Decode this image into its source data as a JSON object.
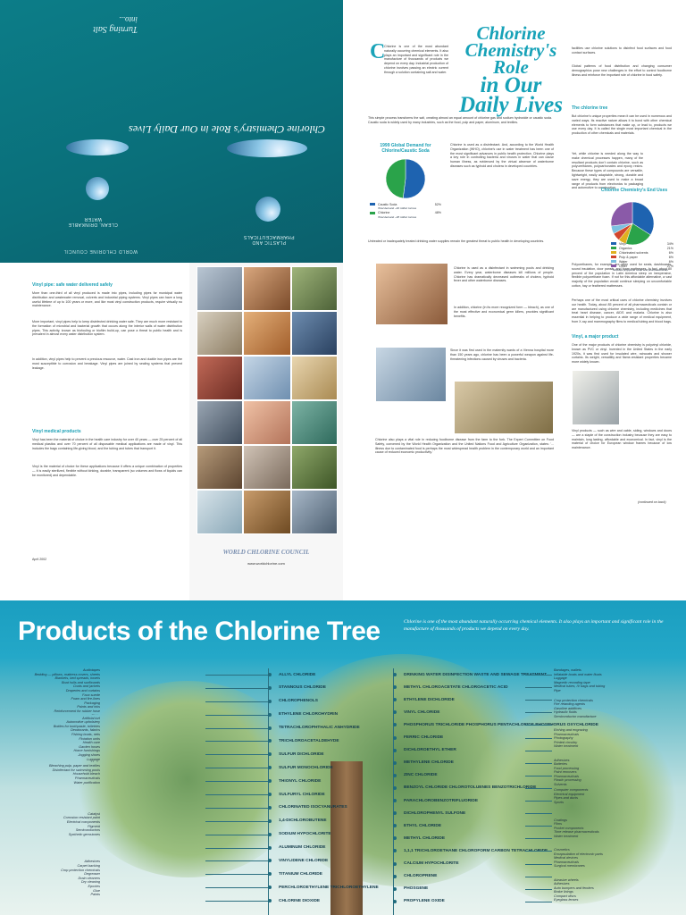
{
  "cover": {
    "title": "Chlorine Chemistry's Role in Our Daily Lives",
    "turning_salt": "Turning Salt",
    "into": "into...",
    "caption_left": "CLEAN, DRINKABLE WATER",
    "caption_right": "PLASTIC AND PHARMACEUTICALS",
    "publisher": "WORLD CHLORINE COUNCIL"
  },
  "article": {
    "headline_lines": [
      "Chlorine",
      "Chemistry's Role",
      "in Our",
      "Daily Lives"
    ],
    "intro": "Chlorine is one of the most abundant naturally occurring chemical elements. It also plays an important and significant role in the manufacture of thousands of products we depend on every day. Industrial production of chlorine involves passing an electric current through a solution containing salt and water.",
    "intro2": "This simple process transforms the salt, creating almost an equal amount of chlorine gas and sodium hydroxide or caustic soda. Caustic soda is widely used by many industries, such as the food, pulp and paper, aluminum, and textiles.",
    "col2": "Chlorine is used as a disinfectant. And, according to the World Health Organization (WHO), chlorine's use in water treatment has been one of the most significant advances in public health protection. Chlorine plays a key role in controlling bacteria and viruses in water that can cause human illness, as evidenced by the virtual absence of waterborne diseases such as typhoid and cholera in developed countries.",
    "col2b": "Untreated or inadequately treated drinking water supplies remain the greatest threat to public health in developing countries.",
    "right_intro": "facilities use chlorine solutions to disinfect food surfaces and food contact surfaces.",
    "right_intro2": "Global patterns of food distribution and changing consumer demographics pose new challenges in the effort to control foodborne illness and reinforce the important role of chlorine in food safety.",
    "tree_head": "The chlorine tree",
    "tree_body": "But chlorine's unique properties mean it can be used in numerous and varied ways. Its reactive nature allows it to bond with other chemical elements to form substances that make up, or lead to, products we use every day. It is called the single most important chemical in the production of other chemicals and materials.",
    "tree_body2": "Yet, while chlorine is needed along the way to make chemical processes happen, many of the resultant products don't contain chlorine, such as polyurethanes, polycarbonates and epoxy resins. Because these types of compounds are versatile, lightweight, easily adaptable, strong, durable and save energy, they are used to make a broad range of products from electronics to packaging and automotive to construction.",
    "tree_body3": "Polyurethanes, for example, are often used for seats, dashboards, sound insulation, door panels, and foam mattresses. In fact, about 80 percent of the population in Latin America sleep on inexpensive, flexible polyurethane foam. If not for this affordable alternative, a vast majority of the population would continue sleeping on uncomfortable cotton, hay or feathered mattresses.",
    "tree_body4": "Perhaps one of the most critical uses of chlorine chemistry involves our health. Today, about 85 percent of all pharmaceuticals contain or are manufactured using chlorine chemistry, including medicines that treat heart disease, cancer, AIDS and malaria. Chlorine is also essential in helping to produce a wide range of medical equipment, from X-ray and mammography films to medical tubing and blood bags.",
    "vinyl_head": "Vinyl, a major product",
    "vinyl_body": "One of the major products of chlorine chemistry is polyvinyl chloride, known as PVC or vinyl. Invented in the United States in the early 1920s, it was first used for insulated wire, raincoats and shower curtains. Its weight, versatility and flame-resistant properties became more widely known."
  },
  "chart_data": [
    {
      "type": "pie",
      "title": "1999 Global Demand for Chlorine/Caustic Soda",
      "categories": [
        "Caustic Soda",
        "Chlorine"
      ],
      "values": [
        52,
        48
      ],
      "legend_notes": [
        "Total demand ~40 million tonnes",
        "Total demand ~38 million tonnes"
      ]
    },
    {
      "type": "pie",
      "title": "Chlorine Chemistry's End Uses",
      "categories": [
        "Vinyl",
        "Organics",
        "Chlorinated solvents",
        "Pulp & paper",
        "Water",
        "Other"
      ],
      "values": [
        34,
        21,
        6,
        6,
        6,
        27
      ],
      "note": "* Includes propylene oxide and pharmaceuticals"
    }
  ],
  "midtext": {
    "head1": "Vinyl pipe: safe water delivered safely",
    "p1": "More than one-third of all vinyl produced is made into pipes, including pipes for municipal water distribution and wastewater removal, culverts and industrial piping systems. Vinyl pipes can have a long useful lifetime of up to 100 years or more, and like most vinyl construction products, require virtually no maintenance.",
    "p2": "More important, vinyl pipes help to keep disinfected drinking water safe. They are much more resistant to the formation of microbial and bacterial growth that occurs along the interior walls of water distribution pipes. This activity, known as biofouling or biofilm build-up, can pose a threat to public health and is prevalent in almost every water distribution system.",
    "p3": "In addition, vinyl pipes help to prevent a precious resource, water. Cast iron and ductile iron pipes are the most susceptible to corrosion and breakage. Vinyl pipes are joined by sealing systems that prevent leakage.",
    "head2": "Vinyl medical products",
    "p4": "Vinyl has been the material of choice in the health care industry for over 40 years — over 25 percent of all medical plastics and over 70 percent of all disposable medical applications are made of vinyl. This includes the bags containing life-giving blood, and the tubing and tubes that transport it.",
    "p5": "Vinyl is the material of choice for these applications because it offers a unique combination of properties — it is easily sterilized, flexible without kinking, durable, transparent (so volumes and flows of liquids can be monitored) and dependable.",
    "date": "April 2002"
  },
  "collage": {
    "logo": "WORLD CHLORINE COUNCIL",
    "url": "www.worldchlorine.com"
  },
  "article2": {
    "p1": "Chlorine is used as a disinfectant in swimming pools and drinking water. Every year, waterborne diseases kill millions of people. Chlorine has dramatically decreased outbreaks of cholera, typhoid fever and other waterborne diseases.",
    "p2": "In addition, chlorine (in its more recognized form — bleach), as one of the most effective and economical germ killers, provides significant benefits.",
    "p3": "Since it was first used in the maternity wards of a Vienna hospital more than 150 years ago, chlorine has been a powerful weapon against life-threatening infections caused by viruses and bacteria.",
    "p4": "Chlorine also plays a vital role in reducing foodborne disease from the farm to the fork. The Expert Committee on Food Safety, convened by the World Health Organization and the United Nations Food and Agriculture Organization, states: '... illness due to contaminated food is perhaps the most widespread health problem in the contemporary world and an important cause of reduced economic productivity.'",
    "vinyl_p": "Vinyl products — such as wire and cable, siding, windows and doors — are a staple of the construction industry because they are easy to maintain, long lasting, affordable and economical. In fact, vinyl is the material of choice for European window frames because of low maintenance.",
    "continued": "(continued on back)"
  },
  "poster": {
    "title": "Products of the Chlorine Tree",
    "tagline": "Chlorine is one of the most abundant naturally occurring chemical elements. It also plays an important and significant role in the manufacture of thousands of products we depend on every day.",
    "center_nodes": [
      "ALLYL CHLORIDE",
      "STANNOUS CHLORIDE",
      "CHLOROPHENOLS",
      "ETHYLENE CHLOROHYDRIN",
      "TETRACHLOROPHTHALIC ANHYDRIDE",
      "TRICHLOROACETALDEHYDE",
      "SULFUR DICHLORIDE",
      "SULFUR MONOCHLORIDE",
      "THIONYL CHLORIDE",
      "SULFURYL CHLORIDE",
      "CHLORINATED ISOCYANURATES",
      "1,4-DICHLOROBUTENE",
      "SODIUM HYPOCHLORITE",
      "ALUMINUM CHLORIDE",
      "VINYLIDENE CHLORIDE",
      "TITANIUM CHLORIDE",
      "PERCHLOROETHYLENE TRICHLOROETHYLENE",
      "CHLORINE DIOXIDE"
    ],
    "right_nodes": [
      "DRINKING WATER DISINFECTION WASTE AND SEWAGE TREATMENT",
      "METHYL CHLOROACETATE CHLOROACETIC ACID",
      "ETHYLENE DICHLORIDE",
      "VINYL CHLORIDE",
      "PHOSPHORUS TRICHLORIDE PHOSPHORUS PENTACHLORIDE PHOSPHORUS OXYCHLORIDE",
      "FERRIC CHLORIDE",
      "DICHLOROETHYL ETHER",
      "METHYLENE CHLORIDE",
      "ZINC CHLORIDE",
      "BENZOYL CHLORIDE CHLOROTOLUENES BENZOTRICHLORIDE",
      "PARACHLOROBENZOTRIFLUORIDE",
      "DICHLOROPHENYL SULFONE",
      "ETHYL CHLORIDE",
      "METHYL CHLORIDE",
      "1,1,1 TRICHLOROETHANE CHLOROFORM CARBON TETRACHLORIDE",
      "CALCIUM HYPOCHLORITE",
      "CHLOROPRENE",
      "PHOSGENE",
      "PROPYLENE OXIDE"
    ],
    "left_notes": [
      "Audiotapes\nBedding — pillows, mattress covers, sheets\nBlankets, bed spreads, towels\nBoat hulls and surfboards\nCoats and jackets\nDraperies and curtains\nFaux suede\nFoam and fire-lines\nPackaging\nPaints and inks\nReinforcement for rubber hose\nShirts\nSweaters\nTablecloths\nTents and awnings\nTextile fabrics\nToys and games\nUpholstery\nWater pipes",
      "Artificial turf\nAutomotive upholstery\nBottles for toothpaste, toiletries\nDeodorants, fabrics\nFishing boats, nets\nFlotation units\nHealth care\nGarden hoses\nHome furnishings\nJogging shoes\nLuggage\nMedia\nPhotographic film\nSurgical sutures\nTampons\nTelephone\nToys",
      "Bleaching pulp, paper and textiles\nDisinfectant for swimming pools\nHousehold bleach\nPharmaceuticals\nWater purification",
      "Catalyst\nCorrosion resistant paint\nElectrical components\nPigment\nSemiconductors\nSynthetic gemstones",
      "Adhesives\nCarpet backing\nCrop protection chemicals\nDegreaser\nDrain cleaners\nDry cleaning\nEpoxies\nGlue\nPaints"
    ],
    "right_notes": [
      "Bandages, wallets\nInflatable boats and water floats\nLuggage\nMagnetic recording tape\nMedical tubes, IV bags and tubing\nPipe",
      "Crop protection chemicals\nFire retarding agents\nGasoline additives\nHydraulic fluids\nSemiconductor manufacture",
      "Etching and engraving\nPharmaceuticals\nPhotography\nPrinted circuitry\nWater treatment",
      "Adhesives\nBatteries\nFood processing\nPaint removers\nPharmaceuticals\nPlastic processing\nSolvents",
      "Computer components\nElectrical equipment\nPipes and ducts\nSports",
      "Coatings\nFilms\nPocket components\nTime release pharmaceuticals\nWater treatment",
      "Cosmetics\nEncapsulation of electronic parts\nMedical devices\nPharmaceuticals\nSurgical membranes",
      "Abrasive wheels\nAdhesives\nAuto bumpers and fenders\nBrake linings\nCompact discs\nEyeglass lenses"
    ]
  }
}
